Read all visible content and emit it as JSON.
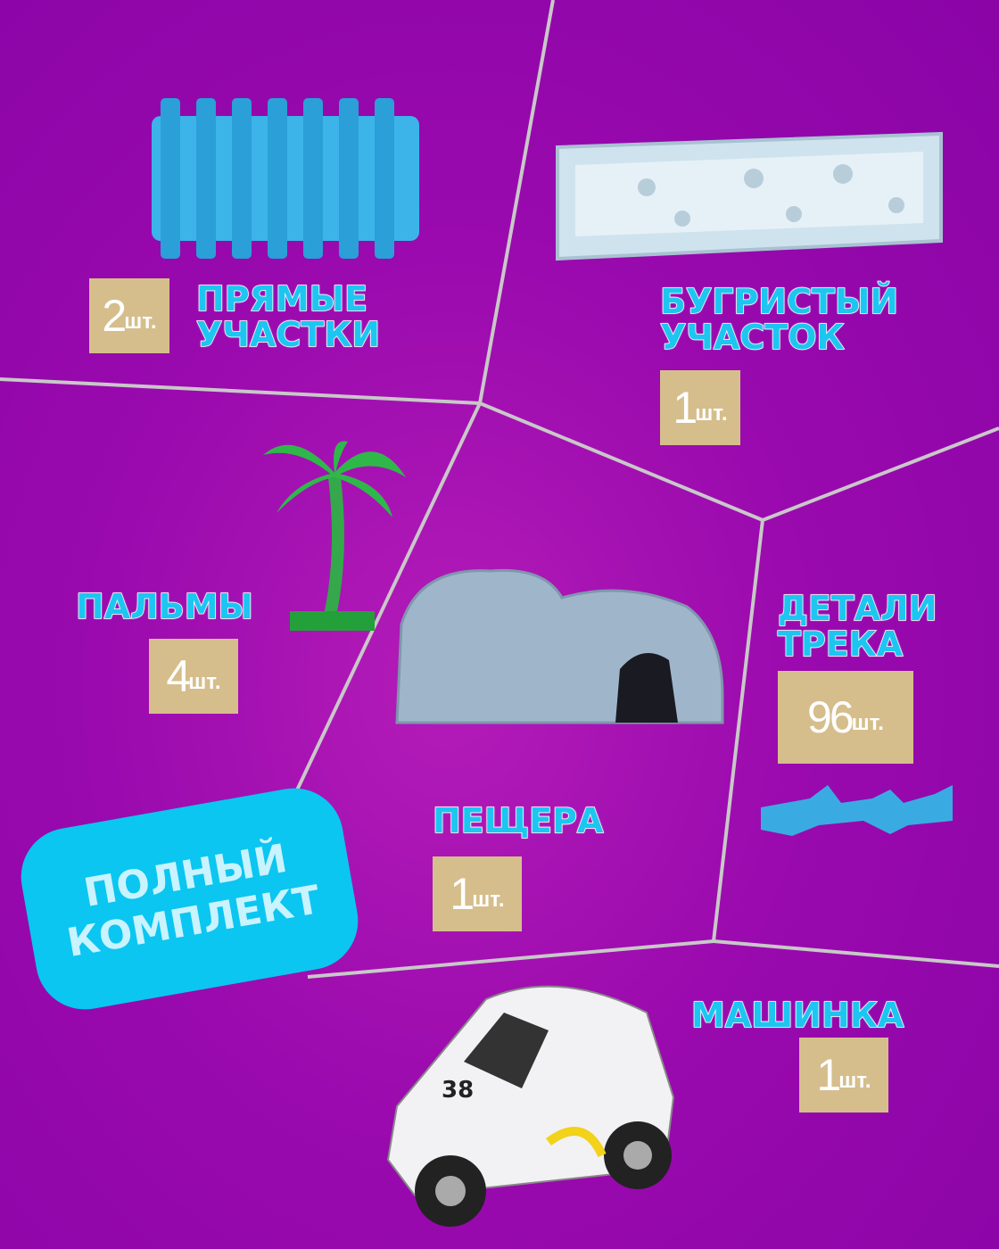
{
  "items": [
    {
      "title_line1": "ПРЯМЫЕ",
      "title_line2": "УЧАСТКИ",
      "count": "2",
      "unit": "шт."
    },
    {
      "title_line1": "БУГРИСТЫЙ",
      "title_line2": "УЧАСТОК",
      "count": "1",
      "unit": "шт."
    },
    {
      "title_line1": "ПАЛЬМЫ",
      "count": "4",
      "unit": "шт."
    },
    {
      "title_line1": "ДЕТАЛИ",
      "title_line2": "ТРЕКА",
      "count": "96",
      "unit": "шт."
    },
    {
      "title_line1": "ПЕЩЕРА",
      "count": "1",
      "unit": "шт."
    },
    {
      "title_line1": "МАШИНКА",
      "count": "1",
      "unit": "шт."
    }
  ],
  "promo": {
    "line1": "ПОЛНЫЙ",
    "line2": "КОМПЛЕКТ"
  },
  "car_number": "38",
  "colors": {
    "background": "#9a0aae",
    "title": "#1cc6f0",
    "badge": "#d5be8c",
    "promo": "#0bc6f0"
  }
}
